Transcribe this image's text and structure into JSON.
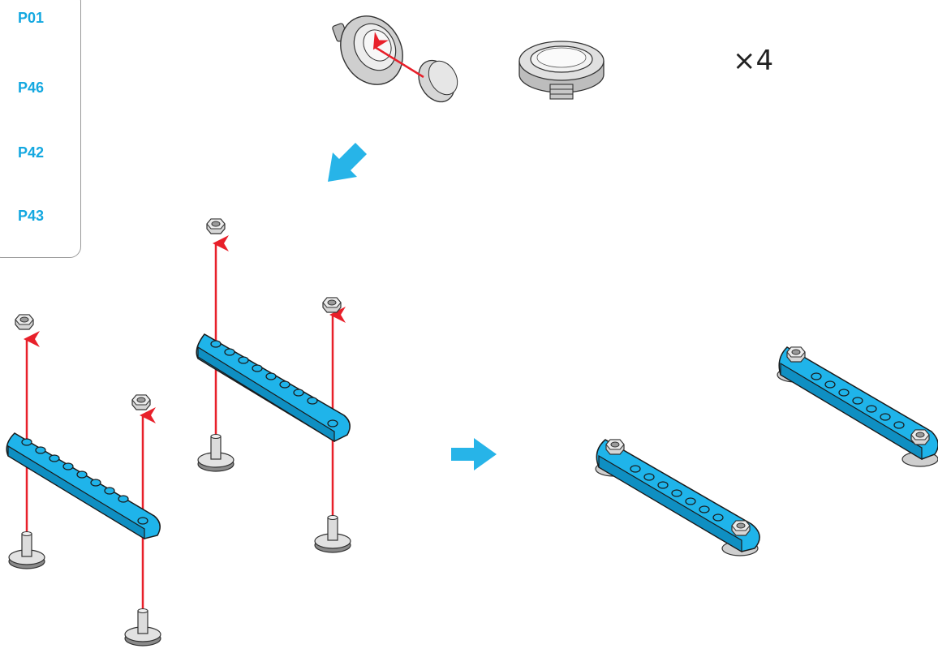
{
  "parts_panel": {
    "labels": [
      "P01",
      "P46",
      "P42",
      "P43"
    ]
  },
  "quantity": "×4",
  "colors": {
    "beam": "#1fb4ea",
    "beam_dark": "#0f8fc2",
    "arrow_red": "#e8202a",
    "flow_arrow": "#27b4e8",
    "metal": "#d9d9d9",
    "metal_dark": "#8c8c8c",
    "label": "#14a8e0"
  },
  "icons": {
    "step_arrow_down_left": "down-left-arrow-icon",
    "step_arrow_right": "right-arrow-icon"
  }
}
